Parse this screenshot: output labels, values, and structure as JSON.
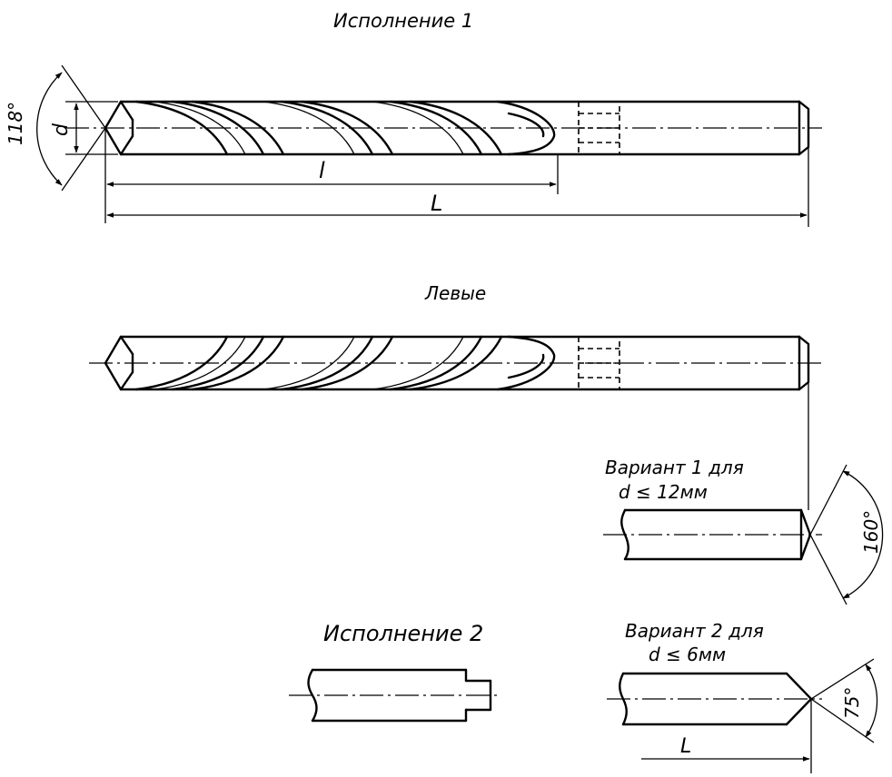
{
  "titles": {
    "variant1": "Исполнение 1",
    "left": "Левые",
    "variant2": "Исполнение 2"
  },
  "dims": {
    "angle_main": "118°",
    "diameter": "d",
    "flute_length": "l",
    "total_length": "L",
    "angle_option1": "160°",
    "angle_option2": "75°",
    "length_option2": "L"
  },
  "options": {
    "option1_line1": "Вариант 1 для",
    "option1_line2": "d ≤ 12мм",
    "option2_line1": "Вариант 2 для",
    "option2_line2": "d ≤ 6мм"
  }
}
